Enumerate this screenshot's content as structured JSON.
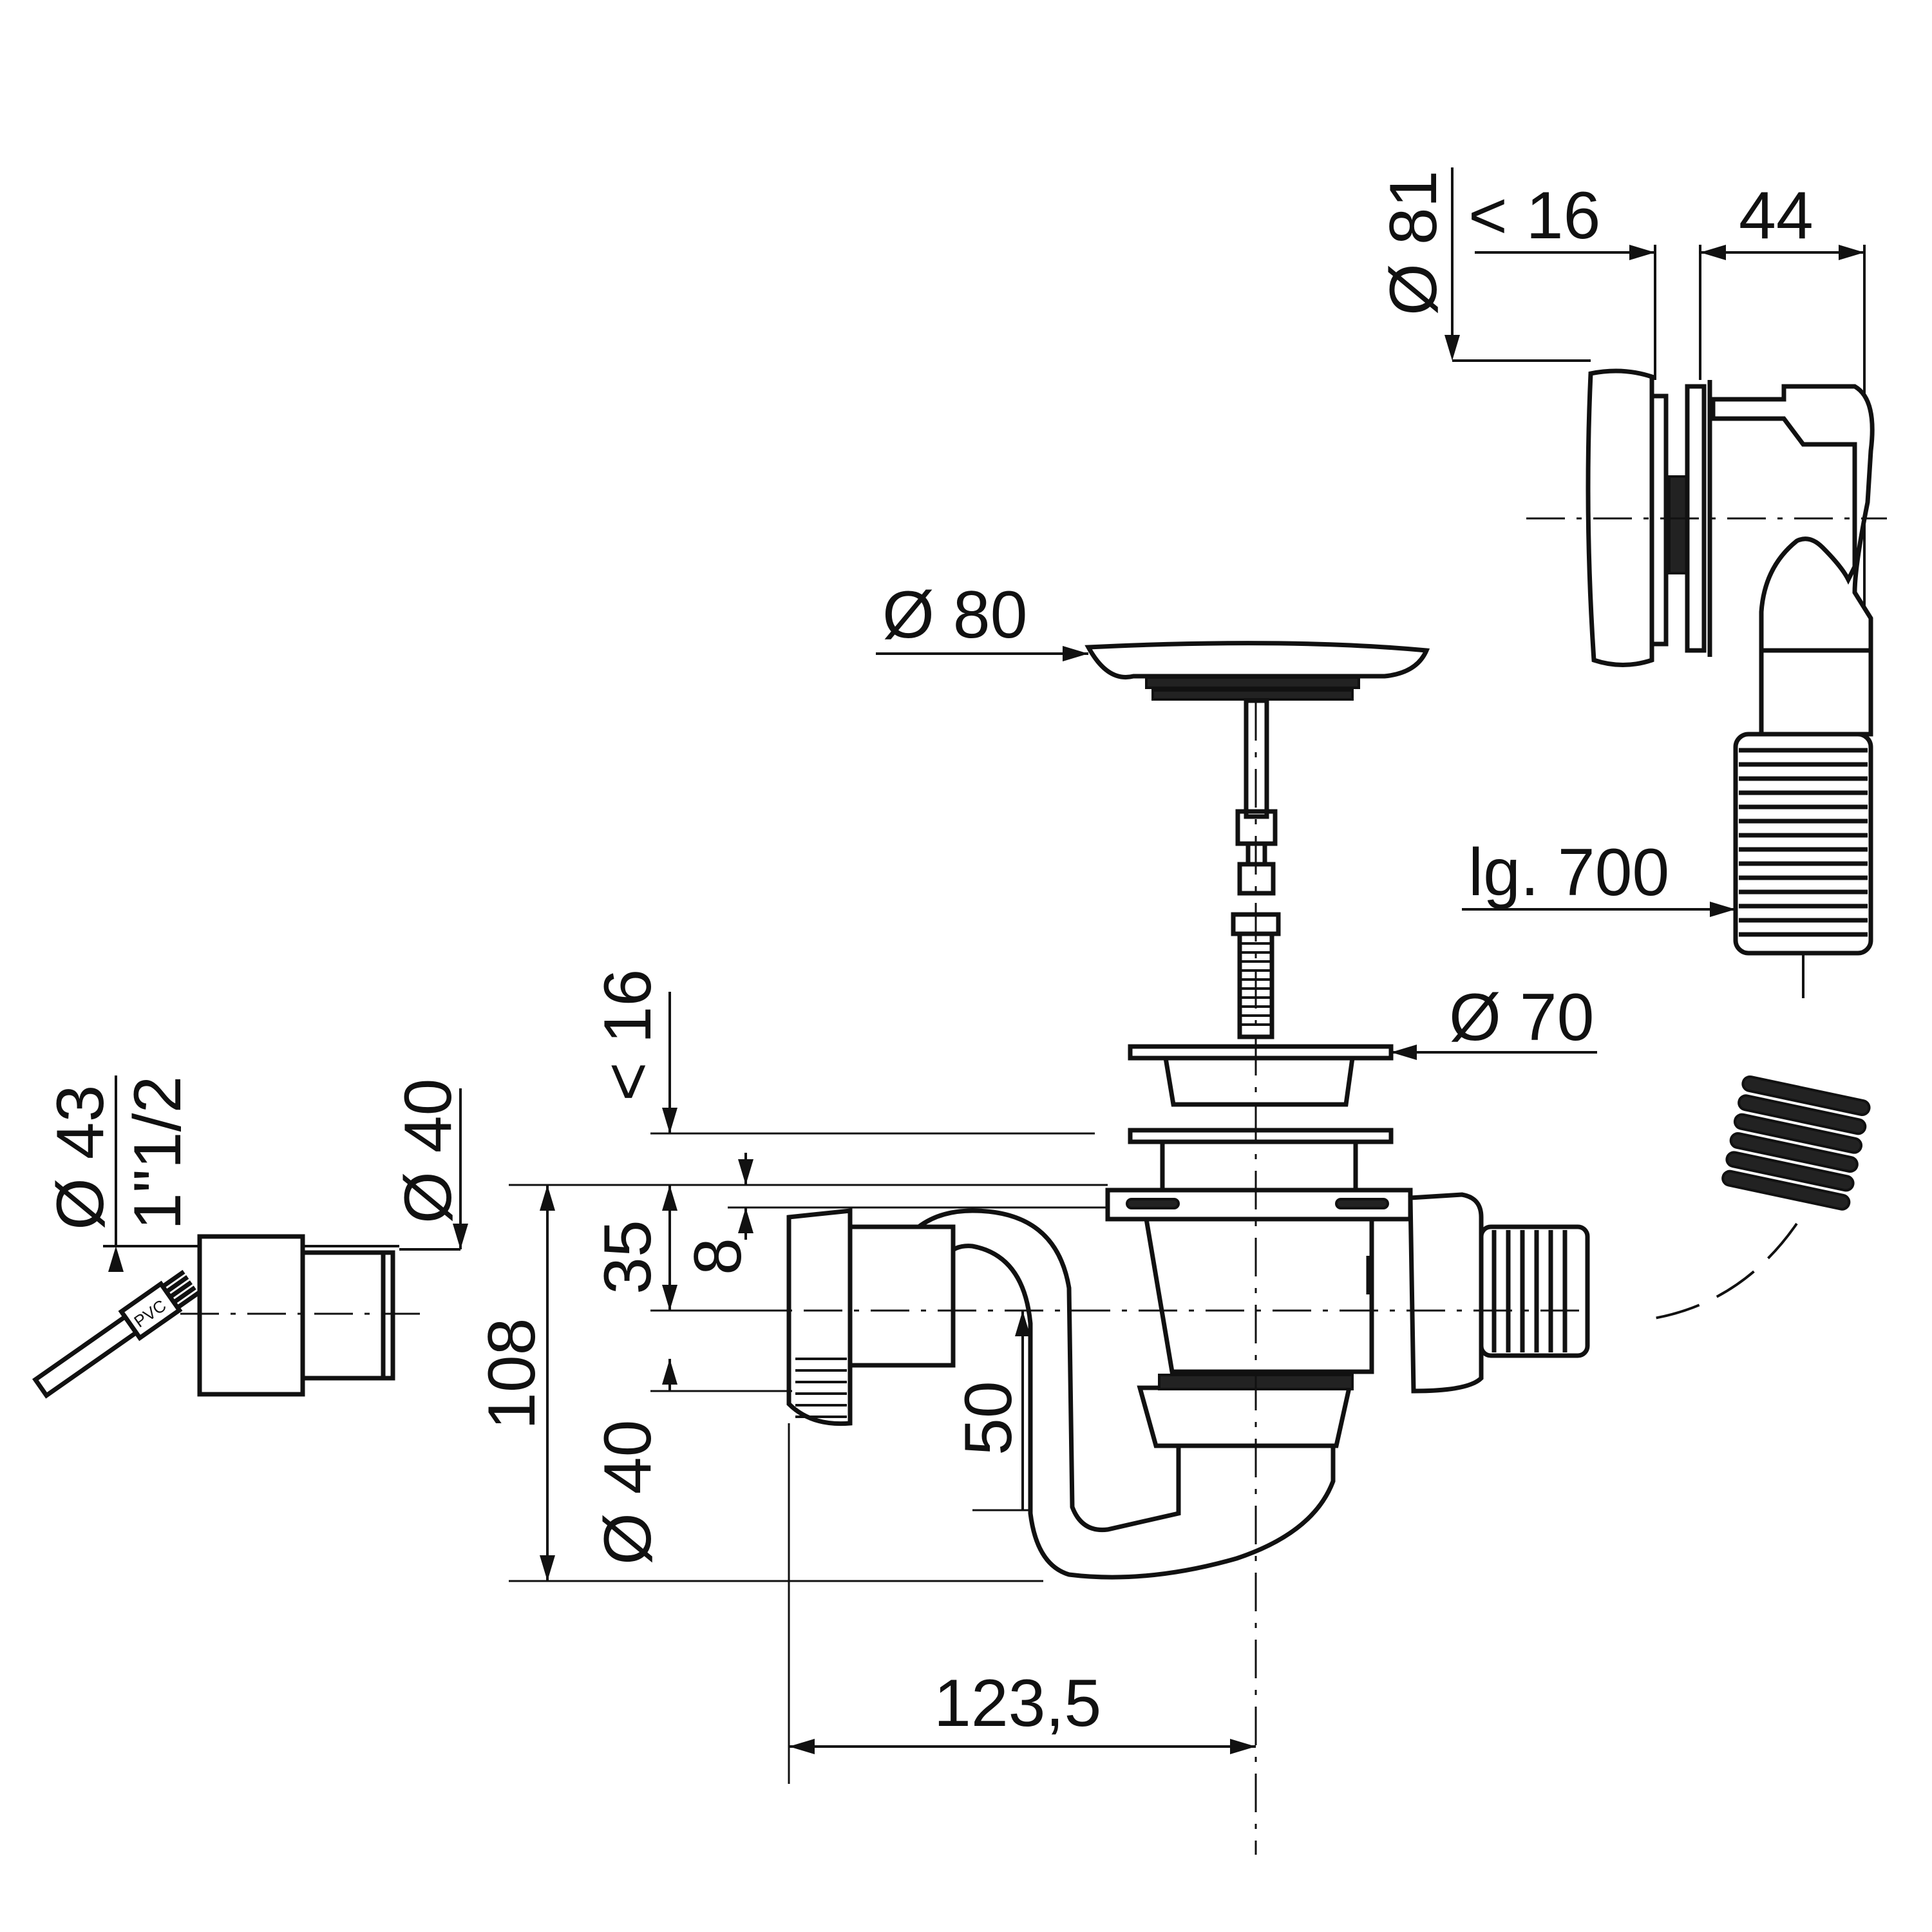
{
  "drawing": {
    "labels": {
      "overflow_diameter": "Ø 81",
      "overflow_projection": "< 16",
      "overflow_depth": "44",
      "plug_diameter": "Ø 80",
      "hose_length": "lg. 700",
      "outlet_projection": "< 16",
      "flange_diameter": "Ø 70",
      "adapter_outer_diameter": "Ø 43",
      "adapter_thread": "1\"1/2",
      "adapter_inner_diameter": "Ø 40",
      "height_35": "35",
      "height_8": "8",
      "height_108": "108",
      "outlet_pipe_diameter": "Ø 40",
      "water_seal": "50",
      "horizontal_offset": "123,5",
      "pvc_brush_label": "PVC"
    },
    "colors": {
      "line": "#111111",
      "fill_dark": "#222222",
      "background": "#ffffff"
    }
  }
}
